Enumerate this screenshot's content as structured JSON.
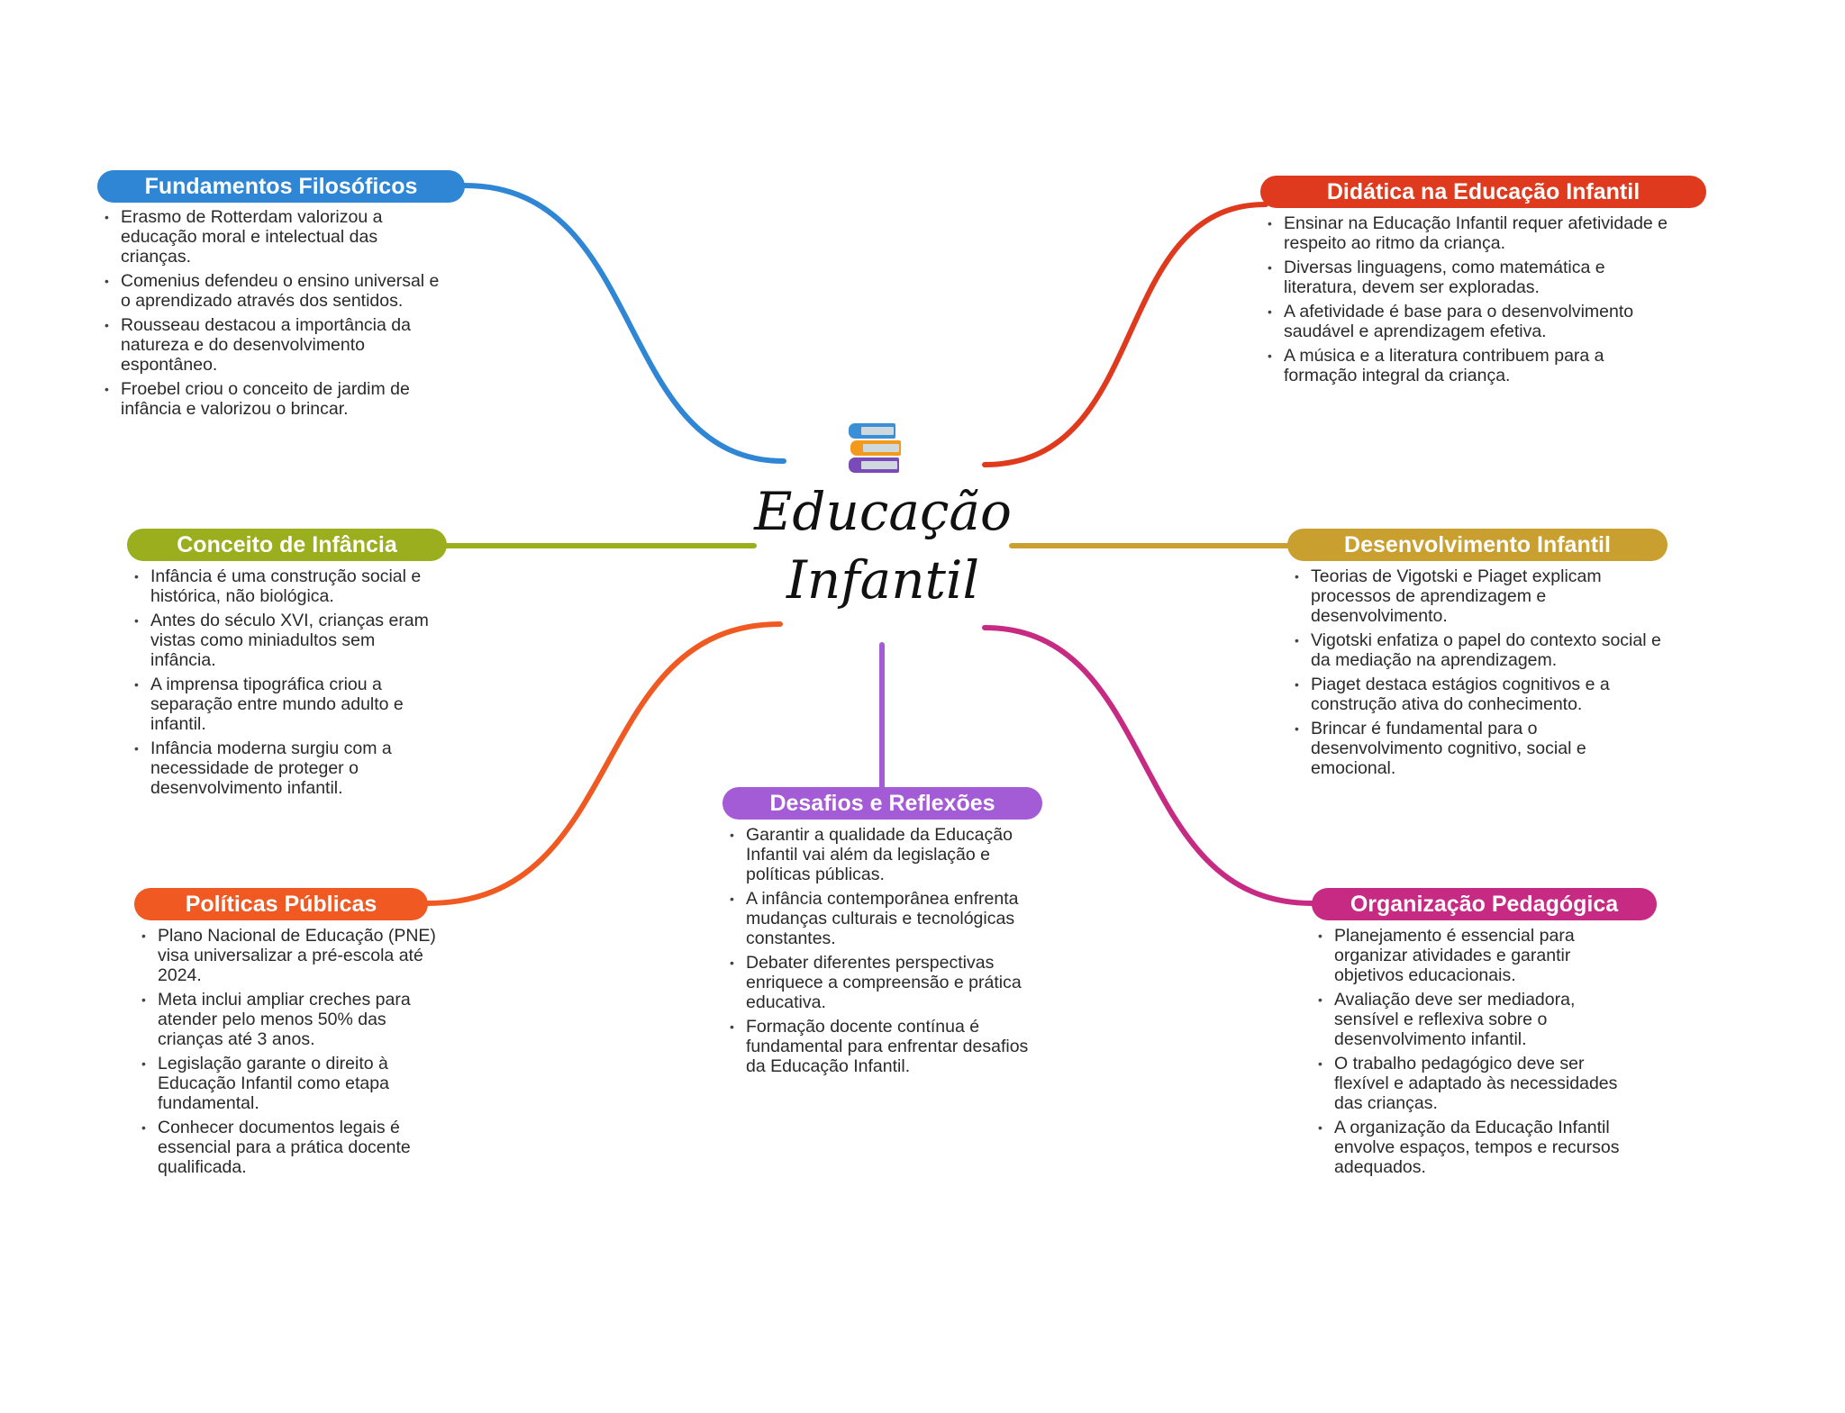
{
  "center": {
    "line1": "Educação",
    "line2": "Infantil",
    "icon": "books-icon"
  },
  "colors": {
    "blue": "#2e86d4",
    "red": "#e03a1e",
    "olive": "#9aae1e",
    "gold": "#c9a030",
    "purple": "#a45bd6",
    "orange": "#f05a22",
    "pink": "#c62a82"
  },
  "nodes": [
    {
      "title": "Fundamentos Filosóficos",
      "items": [
        "Erasmo de Rotterdam valorizou a educação moral e intelectual das crianças.",
        "Comenius defendeu o ensino universal e o aprendizado através dos sentidos.",
        "Rousseau destacou a importância da natureza e do desenvolvimento espontâneo.",
        "Froebel criou o conceito de jardim de infância e valorizou o brincar."
      ]
    },
    {
      "title": "Didática na Educação Infantil",
      "items": [
        "Ensinar na Educação Infantil requer afetividade e respeito ao ritmo da criança.",
        "Diversas linguagens, como matemática e literatura, devem ser exploradas.",
        "A afetividade é base para o desenvolvimento saudável e aprendizagem efetiva.",
        "A música e a literatura contribuem para a formação integral da criança."
      ]
    },
    {
      "title": "Conceito de Infância",
      "items": [
        "Infância é uma construção social e histórica, não biológica.",
        "Antes do século XVI, crianças eram vistas como miniadultos sem infância.",
        "A imprensa tipográfica criou a separação entre mundo adulto e infantil.",
        "Infância moderna surgiu com a necessidade de proteger o desenvolvimento infantil."
      ]
    },
    {
      "title": "Desenvolvimento Infantil",
      "items": [
        "Teorias de Vigotski e Piaget explicam processos de aprendizagem e desenvolvimento.",
        "Vigotski enfatiza o papel do contexto social e da mediação na aprendizagem.",
        "Piaget destaca estágios cognitivos e a construção ativa do conhecimento.",
        "Brincar é fundamental para o desenvolvimento cognitivo, social e emocional."
      ]
    },
    {
      "title": "Desafios e Reflexões",
      "items": [
        "Garantir a qualidade da Educação Infantil vai além da legislação e políticas públicas.",
        "A infância contemporânea enfrenta mudanças culturais e tecnológicas constantes.",
        "Debater diferentes perspectivas enriquece a compreensão e prática educativa.",
        "Formação docente contínua é fundamental para enfrentar desafios da Educação Infantil."
      ]
    },
    {
      "title": "Políticas Públicas",
      "items": [
        "Plano Nacional de Educação (PNE) visa universalizar a pré-escola até 2024.",
        "Meta inclui ampliar creches para atender pelo menos 50% das crianças até 3 anos.",
        "Legislação garante o direito à Educação Infantil como etapa fundamental.",
        "Conhecer documentos legais é essencial para a prática docente qualificada."
      ]
    },
    {
      "title": "Organização Pedagógica",
      "items": [
        "Planejamento é essencial para organizar atividades e garantir objetivos educacionais.",
        "Avaliação deve ser mediadora, sensível e reflexiva sobre o desenvolvimento infantil.",
        "O trabalho pedagógico deve ser flexível e adaptado às necessidades das crianças.",
        "A organização da Educação Infantil envolve espaços, tempos e recursos adequados."
      ]
    }
  ]
}
